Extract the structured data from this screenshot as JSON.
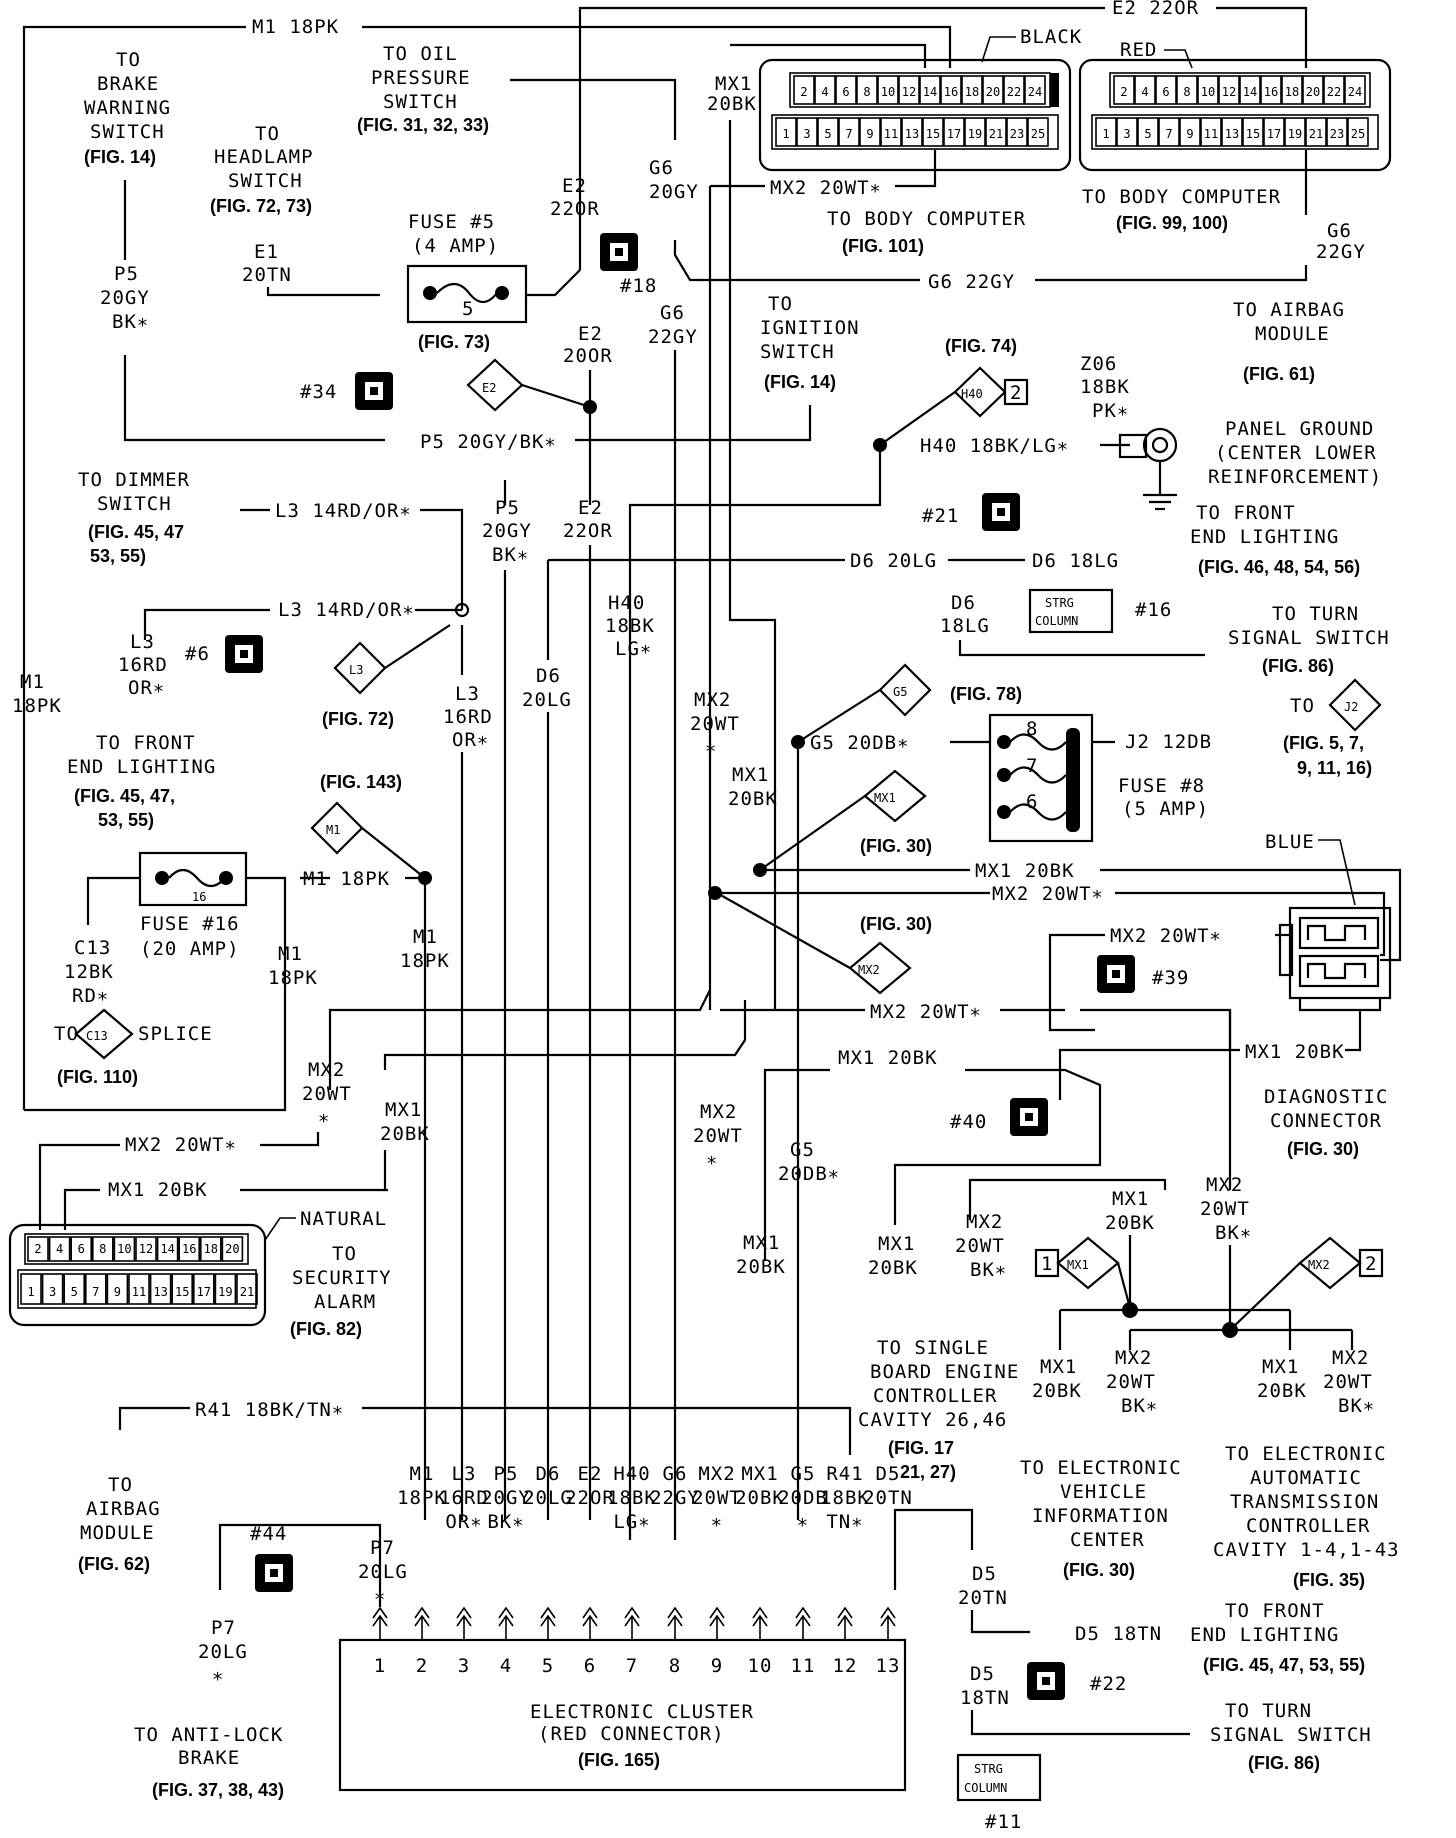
{
  "top": {
    "m1_wire": "M1 18PK",
    "e2_wire": "E2 22OR",
    "black": "BLACK",
    "red": "RED",
    "mx1_top": [
      "MX1",
      "20BK"
    ],
    "oil": [
      "TO OIL",
      "PRESSURE",
      "SWITCH"
    ],
    "oil_fig": "(FIG. 31, 32, 33)",
    "brake": [
      "TO",
      "BRAKE",
      "WARNING",
      "SWITCH"
    ],
    "brake_fig": "(FIG. 14)",
    "headlamp": [
      "TO",
      "HEADLAMP",
      "SWITCH"
    ],
    "headlamp_fig": "(FIG. 72, 73)",
    "mx2_bc": "MX2 20WT∗",
    "to_bc_101": "TO BODY COMPUTER",
    "fig101": "(FIG. 101)",
    "to_bc_99": "TO BODY COMPUTER",
    "fig99": "(FIG. 99, 100)",
    "g6_22gy_right": [
      "G6",
      "22GY"
    ],
    "g6_top": [
      "G6",
      "20GY"
    ],
    "e2_top": [
      "E2",
      "22OR"
    ],
    "e1": [
      "E1",
      "20TN"
    ],
    "fuse5": [
      "FUSE #5",
      "(4 AMP)"
    ],
    "fuse5_num": "5",
    "fig73": "(FIG. 73)",
    "p5_left": [
      "P5",
      "20GY",
      "BK∗"
    ],
    "conn18": "#18",
    "g6_mid": [
      "G6",
      "22GY"
    ],
    "g6_22gy_h": "G6 22GY",
    "e2_20or": [
      "E2",
      "20OR"
    ],
    "conn34": "#34",
    "e2_tag": "E2",
    "ign": [
      "TO",
      "IGNITION",
      "SWITCH"
    ],
    "ign_fig": "(FIG. 14)",
    "fig74": "(FIG. 74)",
    "h40_tag": "H40",
    "h40_num": "2",
    "h40_wire": "H40 18BK/LG∗",
    "z06": [
      "Z06",
      "18BK",
      "PK∗"
    ],
    "airbag_mod": [
      "TO AIRBAG",
      "MODULE"
    ],
    "fig61": "(FIG. 61)",
    "panel_gnd": [
      "PANEL GROUND",
      "(CENTER LOWER",
      "REINFORCEMENT)"
    ],
    "p5_wire": "P5 20GY/BK∗",
    "conn21": "#21"
  },
  "body_pins": {
    "top": [
      "2",
      "4",
      "6",
      "8",
      "10",
      "12",
      "14",
      "16",
      "18",
      "20",
      "22",
      "24"
    ],
    "bottom": [
      "1",
      "3",
      "5",
      "7",
      "9",
      "11",
      "13",
      "15",
      "17",
      "19",
      "21",
      "23",
      "25"
    ]
  },
  "middle": {
    "dimmer": [
      "TO DIMMER",
      "SWITCH"
    ],
    "dimmer_fig": [
      "(FIG. 45, 47",
      "53, 55)"
    ],
    "l3_wire_top": "L3 14RD/OR∗",
    "p5_mid": [
      "P5",
      "20GY",
      "BK∗"
    ],
    "e2_mid": [
      "E2",
      "22OR"
    ],
    "d6_wire": "D6 20LG",
    "d6_18": "D6 18LG",
    "front_end1": [
      "TO FRONT",
      "END LIGHTING"
    ],
    "front_end1_fig": "(FIG. 46, 48, 54, 56)",
    "h40_v": [
      "H40",
      "18BK",
      "LG∗"
    ],
    "d6_v": [
      "D6",
      "18LG"
    ],
    "strg_col": [
      "STRG",
      "COLUMN"
    ],
    "strg16": "#16",
    "turn1": [
      "TO TURN",
      "SIGNAL SWITCH"
    ],
    "fig86a": "(FIG. 86)",
    "l3_wire2": "L3 14RD/OR∗",
    "l3_left": [
      "L3",
      "16RD",
      "OR∗"
    ],
    "conn6": "#6",
    "l3_tag": "L3",
    "fig72": "(FIG. 72)",
    "l3_mid": [
      "L3",
      "16RD",
      "OR∗"
    ],
    "d6_mid": [
      "D6",
      "20LG"
    ],
    "mx2_mid": [
      "MX2",
      "20WT",
      "∗"
    ],
    "mx1_mid": [
      "MX1",
      "20BK"
    ],
    "g5_tag": "G5",
    "fig78": "(FIG. 78)",
    "g5_wire": "G5 20DB∗",
    "fuse8_pins": [
      "8",
      "7",
      "6"
    ],
    "fuse8": [
      "FUSE #8",
      "(5 AMP)"
    ],
    "j2_wire": "J2 12DB",
    "to_j2": "TO",
    "j2_tag": "J2",
    "j2_fig": [
      "(FIG. 5, 7,",
      "9, 11, 16)"
    ],
    "front_end2": [
      "TO FRONT",
      "END LIGHTING"
    ],
    "front_end2_fig": [
      "(FIG. 45, 47,",
      "53, 55)"
    ],
    "fig143": "(FIG. 143)",
    "m1_tag": "M1",
    "mx1_tag": "MX1",
    "fig30a": "(FIG. 30)",
    "blue": "BLUE",
    "fuse16_num": "16",
    "m1_wire2": "M1 18PK",
    "mx1_wire_h": "MX1 20BK",
    "mx2_wire_h": "MX2 20WT∗",
    "fig30b": "(FIG. 30)",
    "mx2_tag": "MX2",
    "m1_left": [
      "M1",
      "18PK"
    ],
    "c13": [
      "C13",
      "12BK",
      "RD∗"
    ],
    "fuse16": [
      "FUSE #16",
      "(20 AMP)"
    ],
    "m1_right": [
      "M1",
      "18PK"
    ],
    "m1_mid": [
      "M1",
      "18PK"
    ],
    "mx2_diag": "MX2 20WT∗",
    "conn39": "#39",
    "to_c13": "TO",
    "c13_tag": "C13",
    "splice": "SPLICE",
    "fig110": "(FIG. 110)",
    "mx2_wire_long": "MX2 20WT∗",
    "mx1_diag": "MX1 20BK",
    "diag_conn": [
      "DIAGNOSTIC",
      "CONNECTOR"
    ],
    "fig30c": "(FIG. 30)"
  },
  "lower": {
    "mx2_left": [
      "MX2",
      "20WT",
      "∗"
    ],
    "mx1_left": [
      "MX1",
      "20BK"
    ],
    "mx1_wire": "MX1 20BK",
    "mx2_sec": "MX2 20WT∗",
    "mx1_sec": "MX1 20BK",
    "natural": "NATURAL",
    "security": [
      "TO",
      "SECURITY",
      "ALARM"
    ],
    "fig82": "(FIG. 82)",
    "sec_pins_top": [
      "2",
      "4",
      "6",
      "8",
      "10",
      "12",
      "14",
      "16",
      "18",
      "20"
    ],
    "sec_pins_bottom": [
      "1",
      "3",
      "5",
      "7",
      "9",
      "11",
      "13",
      "15",
      "17",
      "19",
      "21"
    ],
    "mx2_v2": [
      "MX2",
      "20WT",
      "∗"
    ],
    "g5_v": [
      "G5",
      "20DB∗"
    ],
    "conn40": "#40",
    "mx1_v2": [
      "MX1",
      "20BK"
    ],
    "mx1_sbec": [
      "MX1",
      "20BK"
    ],
    "mx2_sbec": [
      "MX2",
      "20WT",
      "BK∗"
    ],
    "mx1_evic_top": [
      "MX1",
      "20BK"
    ],
    "mx2_eatx_top": [
      "MX2",
      "20WT",
      "BK∗"
    ],
    "mx1_tag2_num": "1",
    "mx1_tag2": "MX1",
    "mx2_tag2": "MX2",
    "mx2_tag2_num": "2",
    "sbec": [
      "TO SINGLE",
      "BOARD ENGINE",
      "CONTROLLER",
      "CAVITY 26,46"
    ],
    "sbec_fig": [
      "(FIG. 17",
      "21, 27)"
    ],
    "mx1_evic": [
      "MX1",
      "20BK"
    ],
    "mx2_evic": [
      "MX2",
      "20WT",
      "BK∗"
    ],
    "mx1_eatx": [
      "MX1",
      "20BK"
    ],
    "mx2_eatx": [
      "MX2",
      "20WT",
      "BK∗"
    ],
    "evic": [
      "TO ELECTRONIC",
      "VEHICLE",
      "INFORMATION",
      "CENTER"
    ],
    "evic_fig": "(FIG. 30)",
    "eatx": [
      "TO ELECTRONIC",
      "AUTOMATIC",
      "TRANSMISSION",
      "CONTROLLER",
      "CAVITY 1-4,1-43"
    ],
    "eatx_fig": "(FIG. 35)",
    "r41_wire": "R41 18BK/TN∗",
    "to_airbag2": [
      "TO",
      "AIRBAG",
      "MODULE"
    ],
    "fig62": "(FIG. 62)",
    "conn44": "#44",
    "p7": [
      "P7",
      "20LG",
      "∗"
    ],
    "p7_low": [
      "P7",
      "20LG",
      "∗"
    ],
    "abs": [
      "TO ANTI-LOCK",
      "BRAKE"
    ],
    "abs_fig": "(FIG. 37, 38, 43)",
    "col_labels": [
      [
        "M1",
        "18PK"
      ],
      [
        "L3",
        "16RD",
        "OR∗"
      ],
      [
        "P5",
        "20GY",
        "BK∗"
      ],
      [
        "D6",
        "20LG"
      ],
      [
        "E2",
        "22OR"
      ],
      [
        "H40",
        "18BK",
        "LG∗"
      ],
      [
        "G6",
        "22GY"
      ],
      [
        "MX2",
        "20WT",
        "∗"
      ],
      [
        "MX1",
        "20BK"
      ],
      [
        "G5",
        "20DB",
        "∗"
      ],
      [
        "R41",
        "18BK",
        "TN∗"
      ],
      [
        "D5",
        "20TN"
      ]
    ],
    "cluster_pins": [
      "1",
      "2",
      "3",
      "4",
      "5",
      "6",
      "7",
      "8",
      "9",
      "10",
      "11",
      "12",
      "13"
    ],
    "cluster": [
      "ELECTRONIC CLUSTER",
      "(RED CONNECTOR)"
    ],
    "cluster_fig": "(FIG. 165)",
    "d5_right": [
      "D5",
      "20TN"
    ],
    "d5_wire": "D5 18TN",
    "front_end3": [
      "TO FRONT",
      "END LIGHTING"
    ],
    "front_end3_fig": "(FIG. 45, 47, 53, 55)",
    "conn22": "#22",
    "d5_low": [
      "D5",
      "18TN"
    ],
    "turn2": [
      "TO TURN",
      "SIGNAL SWITCH"
    ],
    "fig86b": "(FIG. 86)",
    "strg_col2": [
      "STRG",
      "COLUMN"
    ],
    "strg11": "#11"
  }
}
